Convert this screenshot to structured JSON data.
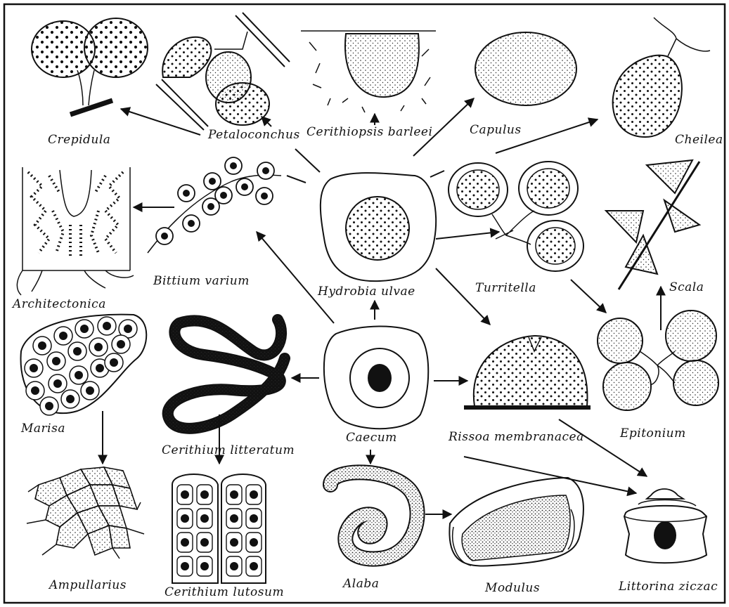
{
  "labels": {
    "crepidula": "Crepidula",
    "petaloconchus": "Petaloconchus",
    "cerithiopsis": "Cerithiopsis barleei",
    "capulus": "Capulus",
    "cheilea": "Cheilea",
    "architectonica": "Architectonica",
    "bittium": "Bittium varium",
    "hydrobia": "Hydrobia ulvae",
    "turritella": "Turritella",
    "scala": "Scala",
    "marisa": "Marisa",
    "cerithium_litteratum": "Cerithium litteratum",
    "caecum": "Caecum",
    "rissoa": "Rissoa membranacea",
    "epitonium": "Epitonium",
    "ampullarius": "Ampullarius",
    "cerithium_lutosum": "Cerithium lutosum",
    "alaba": "Alaba",
    "modulus": "Modulus",
    "littorina": "Littorina ziczac"
  }
}
